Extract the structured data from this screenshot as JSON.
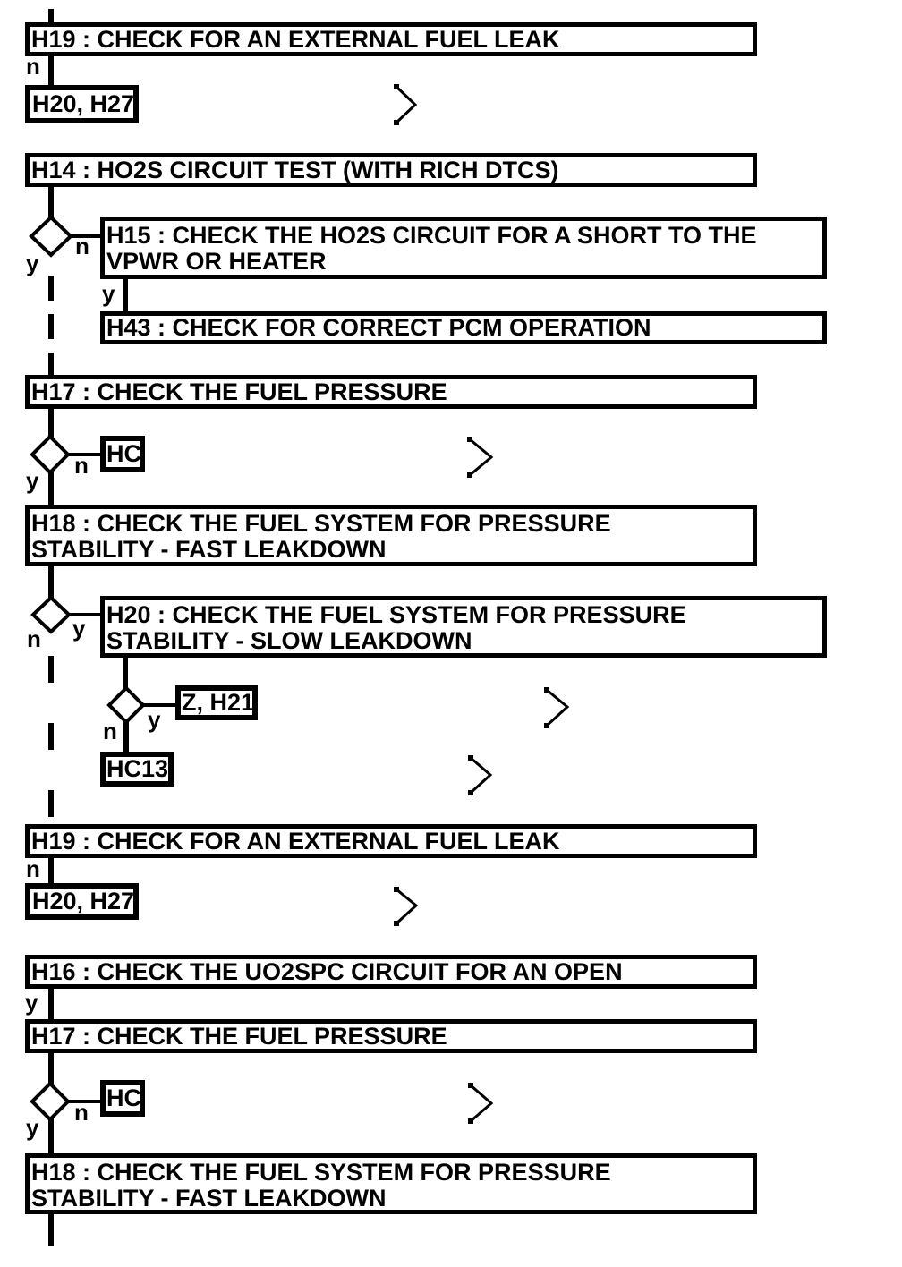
{
  "diagram": {
    "title": "Fuel system diagnostic flowchart",
    "background_color": "#ffffff",
    "line_color": "#000000",
    "icons": {
      "continue_marker": "chevron-right-icon"
    },
    "nodes": {
      "h19_top": {
        "lines": [
          "H19 : CHECK FOR AN EXTERNAL FUEL LEAK"
        ]
      },
      "ref_h20_h27_top": {
        "lines": [
          "H20, H27"
        ]
      },
      "h14": {
        "lines": [
          "H14 : HO2S CIRCUIT TEST (WITH RICH DTCS)"
        ]
      },
      "h15": {
        "lines": [
          "H15 : CHECK THE HO2S CIRCUIT FOR A SHORT TO THE",
          "VPWR OR HEATER"
        ]
      },
      "h43": {
        "lines": [
          "H43 : CHECK FOR CORRECT PCM OPERATION"
        ]
      },
      "h17_top": {
        "lines": [
          "H17 : CHECK THE FUEL PRESSURE"
        ]
      },
      "hc_top": {
        "lines": [
          "HC"
        ]
      },
      "h18_top": {
        "lines": [
          "H18 : CHECK THE FUEL SYSTEM FOR PRESSURE",
          "STABILITY - FAST LEAKDOWN"
        ]
      },
      "h20": {
        "lines": [
          "H20 : CHECK THE FUEL SYSTEM FOR PRESSURE",
          "STABILITY - SLOW LEAKDOWN"
        ]
      },
      "z_h21": {
        "lines": [
          "Z, H21"
        ]
      },
      "hc13": {
        "lines": [
          "HC13"
        ]
      },
      "h19_bottom": {
        "lines": [
          "H19 : CHECK FOR AN EXTERNAL FUEL LEAK"
        ]
      },
      "ref_h20_h27_bottom": {
        "lines": [
          "H20, H27"
        ]
      },
      "h16": {
        "lines": [
          "H16 : CHECK THE UO2SPC CIRCUIT FOR AN OPEN"
        ]
      },
      "h17_bottom": {
        "lines": [
          "H17 : CHECK THE FUEL PRESSURE"
        ]
      },
      "hc_bottom": {
        "lines": [
          "HC"
        ]
      },
      "h18_bottom": {
        "lines": [
          "H18 : CHECK THE FUEL SYSTEM FOR PRESSURE",
          "STABILITY - FAST LEAKDOWN"
        ]
      }
    },
    "branch_labels": {
      "h19_top_no": "n",
      "d1_yes": "y",
      "d1_no": "n",
      "h15_yes": "y",
      "d2_yes": "y",
      "d2_no": "n",
      "d3_yes": "y",
      "d3_no": "n",
      "d4_yes": "y",
      "d4_no": "n",
      "h19_bottom_no": "n",
      "h16_yes": "y",
      "d5_yes": "y",
      "d5_no": "n"
    }
  }
}
